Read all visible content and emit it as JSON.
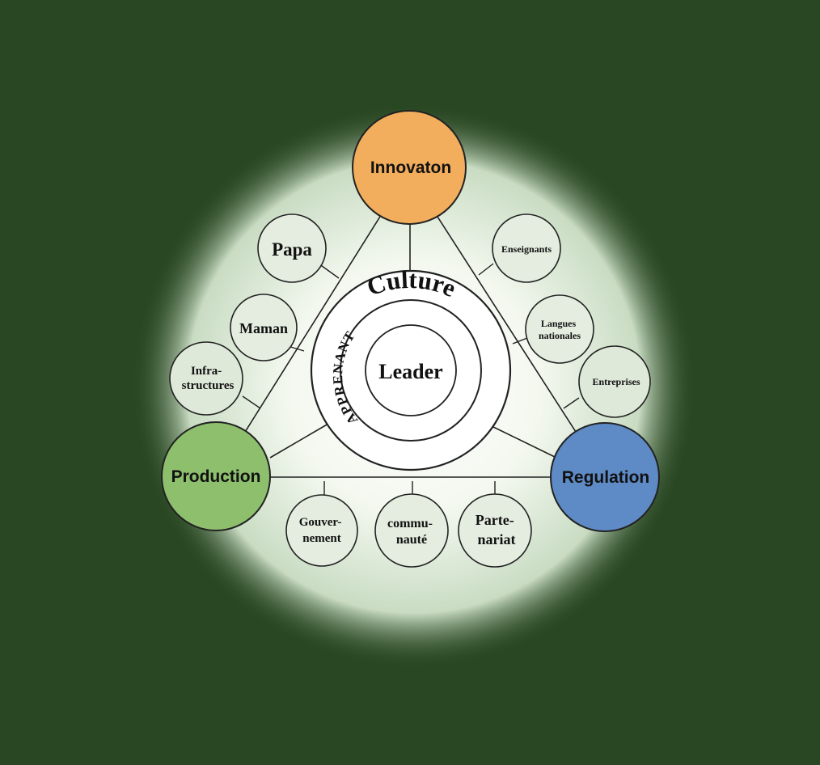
{
  "main_nodes": {
    "top": {
      "label": "Innovaton",
      "color": "#f3ae5d"
    },
    "left": {
      "label": "Production",
      "color": "#8ebf6d"
    },
    "right": {
      "label": "Regulation",
      "color": "#5e8ac6"
    }
  },
  "center": {
    "arc_outer": "Culture",
    "arc_inner": "APPRENANT",
    "core": "Leader"
  },
  "satellites": {
    "papa": [
      "Papa"
    ],
    "maman": [
      "Maman"
    ],
    "infra": [
      "Infra-",
      "structures"
    ],
    "enseignants": [
      "Enseignants"
    ],
    "langues": [
      "Langues",
      "nationales"
    ],
    "entreprises": [
      "Entreprises"
    ],
    "gouvernement": [
      "Gouver-",
      "nement"
    ],
    "communaute": [
      "commu-",
      "nauté"
    ],
    "partenariat": [
      "Parte-",
      "nariat"
    ]
  }
}
